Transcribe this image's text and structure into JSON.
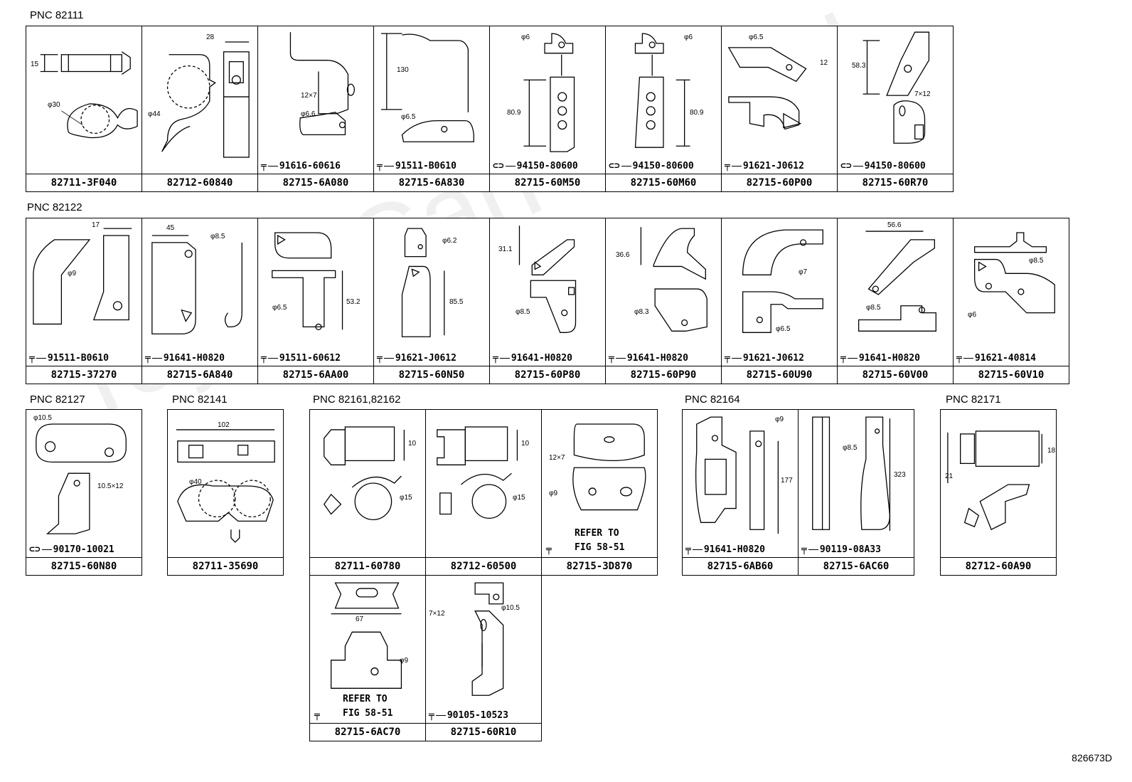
{
  "watermark": "ToyotaCarParts.ru",
  "figure_code": "826673D",
  "groups": [
    {
      "label": "PNC 82111"
    },
    {
      "label": "PNC 82122"
    },
    {
      "label": "PNC 82127"
    },
    {
      "label": "PNC 82141"
    },
    {
      "label": "PNC 82161,82162"
    },
    {
      "label": "PNC 82164"
    },
    {
      "label": "PNC 82171"
    }
  ],
  "refer_text": [
    "REFER TO",
    "FIG 58-51"
  ],
  "parts": [
    {
      "part": "82711-3F040",
      "fastener": "",
      "dims": [
        "15",
        "φ30"
      ]
    },
    {
      "part": "82712-60840",
      "fastener": "",
      "dims": [
        "28",
        "φ44"
      ]
    },
    {
      "part": "82715-6A080",
      "fastener": "91616-60616",
      "dims": [
        "12×7",
        "φ6.6"
      ]
    },
    {
      "part": "82715-6A830",
      "fastener": "91511-B0610",
      "dims": [
        "130",
        "φ6.5"
      ]
    },
    {
      "part": "82715-60M50",
      "fastener": "94150-80600",
      "dims": [
        "φ6",
        "80.9"
      ]
    },
    {
      "part": "82715-60M60",
      "fastener": "94150-80600",
      "dims": [
        "φ6",
        "80.9"
      ]
    },
    {
      "part": "82715-60P00",
      "fastener": "91621-J0612",
      "dims": [
        "φ6.5",
        "12"
      ]
    },
    {
      "part": "82715-60R70",
      "fastener": "94150-80600",
      "dims": [
        "58.3",
        "7×12"
      ]
    },
    {
      "part": "82715-37270",
      "fastener": "91511-B0610",
      "dims": [
        "17",
        "φ9"
      ]
    },
    {
      "part": "82715-6A840",
      "fastener": "91641-H0820",
      "dims": [
        "45",
        "φ8.5"
      ]
    },
    {
      "part": "82715-6AA00",
      "fastener": "91511-60612",
      "dims": [
        "53.2",
        "φ6.5"
      ]
    },
    {
      "part": "82715-60N50",
      "fastener": "91621-J0612",
      "dims": [
        "φ6.2",
        "85.5"
      ]
    },
    {
      "part": "82715-60P80",
      "fastener": "91641-H0820",
      "dims": [
        "31.1",
        "φ8.5"
      ]
    },
    {
      "part": "82715-60P90",
      "fastener": "91641-H0820",
      "dims": [
        "36.6",
        "φ8.3"
      ]
    },
    {
      "part": "82715-60U90",
      "fastener": "91621-J0612",
      "dims": [
        "φ7",
        "φ6.5"
      ]
    },
    {
      "part": "82715-60V00",
      "fastener": "91641-H0820",
      "dims": [
        "56.6",
        "φ8.5"
      ]
    },
    {
      "part": "82715-60V10",
      "fastener": "91621-40814",
      "dims": [
        "φ8.5",
        "φ6"
      ]
    },
    {
      "part": "82715-60N80",
      "fastener": "90170-10021",
      "dims": [
        "φ10.5",
        "10.5×12"
      ]
    },
    {
      "part": "82711-35690",
      "fastener": "",
      "dims": [
        "102",
        "φ40"
      ]
    },
    {
      "part": "82711-60780",
      "fastener": "",
      "dims": [
        "10",
        "φ15"
      ]
    },
    {
      "part": "82712-60500",
      "fastener": "",
      "dims": [
        "10",
        "φ15"
      ]
    },
    {
      "part": "82715-3D870",
      "fastener": "",
      "dims": [
        "12×7",
        "φ9"
      ]
    },
    {
      "part": "82715-6AB60",
      "fastener": "91641-H0820",
      "dims": [
        "φ9",
        "177"
      ]
    },
    {
      "part": "82715-6AC60",
      "fastener": "90119-08A33",
      "dims": [
        "φ8.5",
        "323"
      ]
    },
    {
      "part": "82712-60A90",
      "fastener": "",
      "dims": [
        "18",
        "21"
      ]
    },
    {
      "part": "82715-6AC70",
      "fastener": "",
      "dims": [
        "67",
        "φ9"
      ]
    },
    {
      "part": "82715-60R10",
      "fastener": "90105-10523",
      "dims": [
        "7×12",
        "φ10.5"
      ]
    }
  ]
}
